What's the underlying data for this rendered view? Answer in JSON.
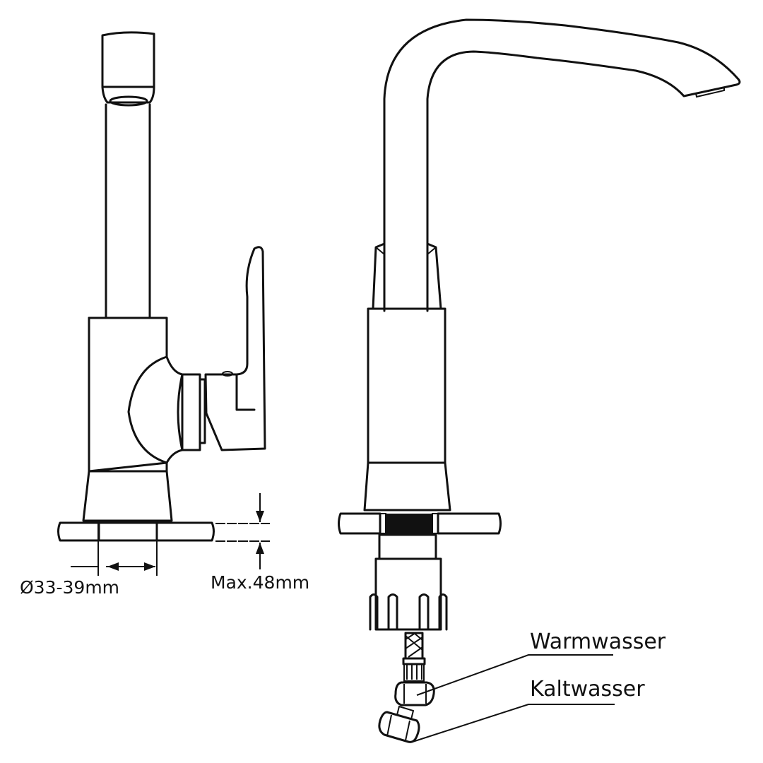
{
  "diagram": {
    "type": "technical-drawing",
    "subject": "single-lever kitchen faucet installation drawing",
    "views": [
      "side-view",
      "front-view"
    ],
    "colors": {
      "line": "#111111",
      "background": "#ffffff"
    },
    "dimensions": {
      "hole_diameter": "Ø33-39mm",
      "max_countertop_thickness": "Max.48mm"
    },
    "connections": {
      "hot_water": "Warmwasser",
      "cold_water": "Kaltwasser"
    }
  }
}
